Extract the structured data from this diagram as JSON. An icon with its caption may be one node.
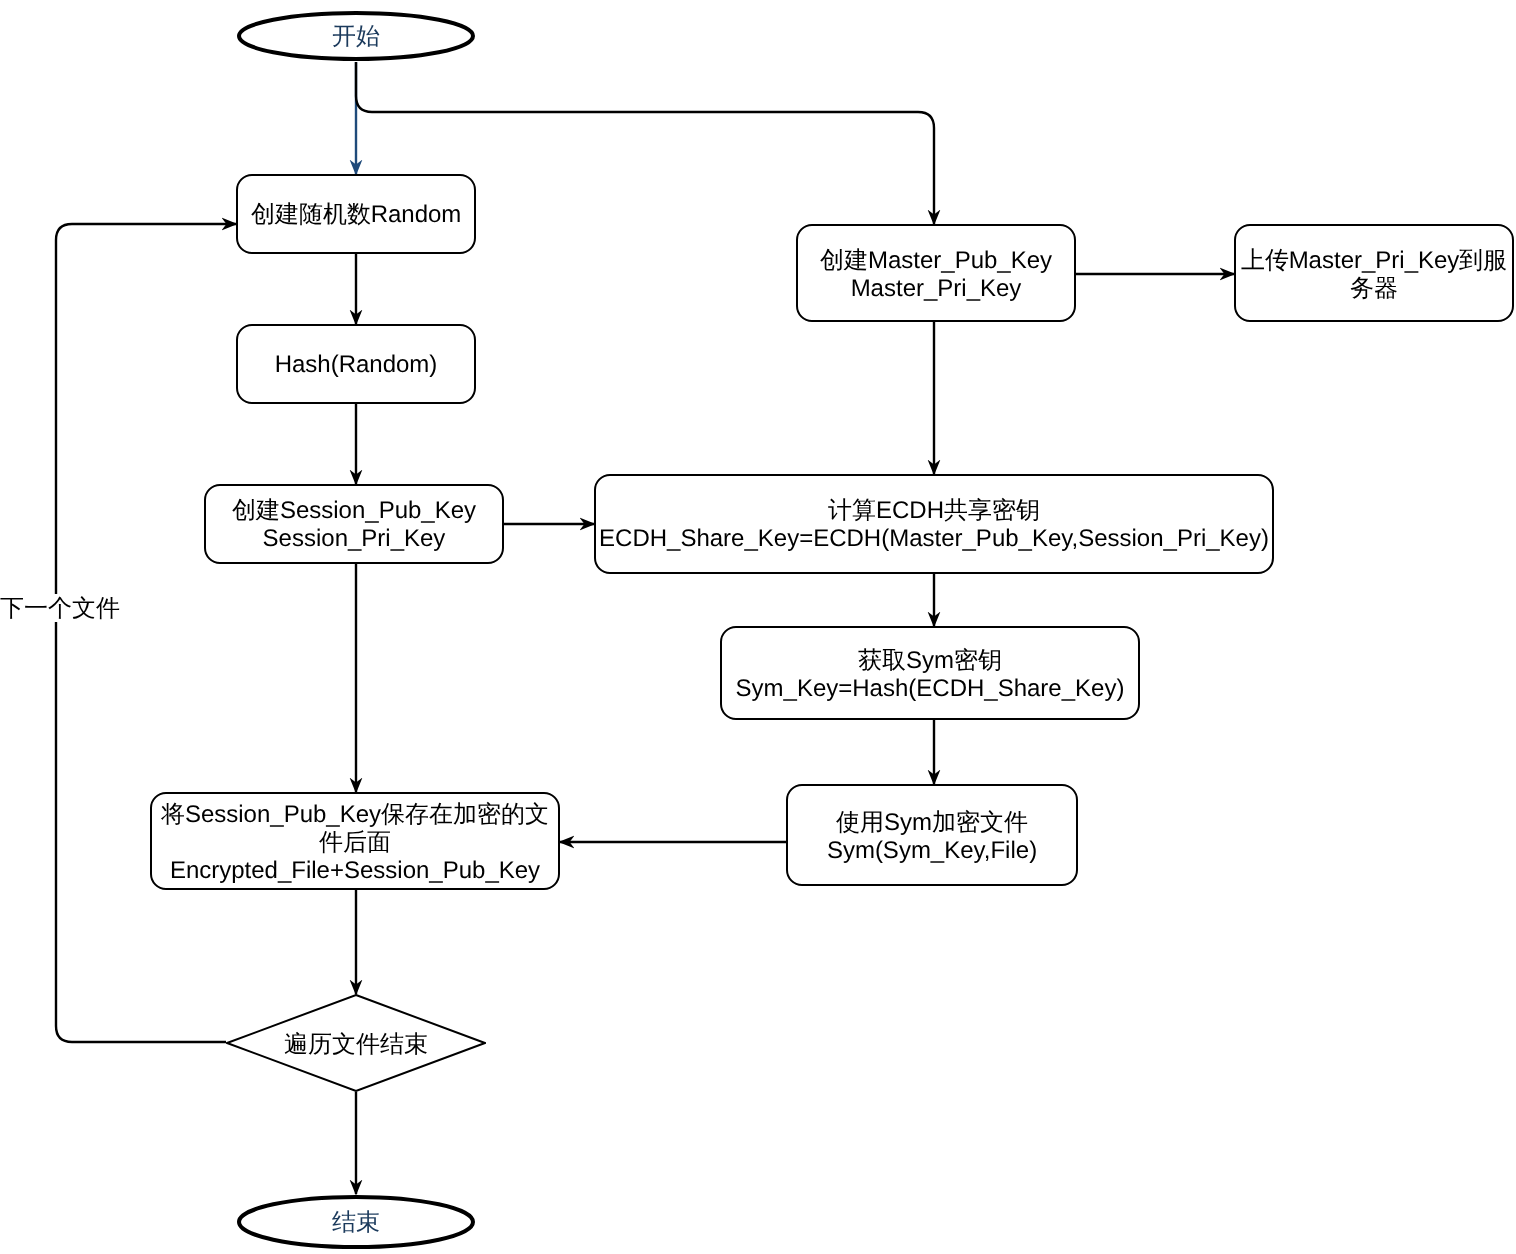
{
  "diagram": {
    "nodes": [
      {
        "text": [
          "开始"
        ]
      },
      {
        "text": [
          "创建随机数Random"
        ]
      },
      {
        "text": [
          "Hash(Random)"
        ]
      },
      {
        "text": [
          "创建Session_Pub_Key",
          "Session_Pri_Key"
        ]
      },
      {
        "text": [
          "计算ECDH共享密钥",
          "ECDH_Share_Key=ECDH(Master_Pub_Key,Session_Pri_Key)"
        ]
      },
      {
        "text": [
          "创建Master_Pub_Key",
          "Master_Pri_Key"
        ]
      },
      {
        "text": [
          "上传Master_Pri_Key到服务器"
        ]
      },
      {
        "text": [
          "获取Sym密钥",
          "Sym_Key=Hash(ECDH_Share_Key)"
        ]
      },
      {
        "text": [
          "使用Sym加密文件",
          "Sym(Sym_Key,File)"
        ]
      },
      {
        "text": [
          "将Session_Pub_Key保存在加密的文件后面",
          "Encrypted_File+Session_Pub_Key"
        ]
      },
      {
        "text": [
          "遍历文件结束"
        ]
      },
      {
        "text": [
          "结束"
        ]
      }
    ],
    "edges": [
      {
        "from": 0,
        "to": 1,
        "arrow": "to",
        "color": "#1f4a7a"
      },
      {
        "from": 0,
        "to": 5,
        "arrow": "to"
      },
      {
        "from": 1,
        "to": 2,
        "arrow": "to"
      },
      {
        "from": 2,
        "to": 3,
        "arrow": "to"
      },
      {
        "from": 3,
        "to": 4,
        "arrow": "to"
      },
      {
        "from": 3,
        "to": 9,
        "arrow": "to"
      },
      {
        "from": 5,
        "to": 6,
        "arrow": "to"
      },
      {
        "from": 5,
        "to": 4,
        "arrow": "to"
      },
      {
        "from": 4,
        "to": 7,
        "arrow": "to"
      },
      {
        "from": 7,
        "to": 8,
        "arrow": "to"
      },
      {
        "from": 8,
        "to": 9,
        "arrow": "to"
      },
      {
        "from": 9,
        "to": 10,
        "arrow": "to"
      },
      {
        "from": 10,
        "to": 11,
        "arrow": "to"
      },
      {
        "from": 10,
        "to": 1,
        "arrow": "to",
        "label": "下一个文件"
      }
    ]
  }
}
